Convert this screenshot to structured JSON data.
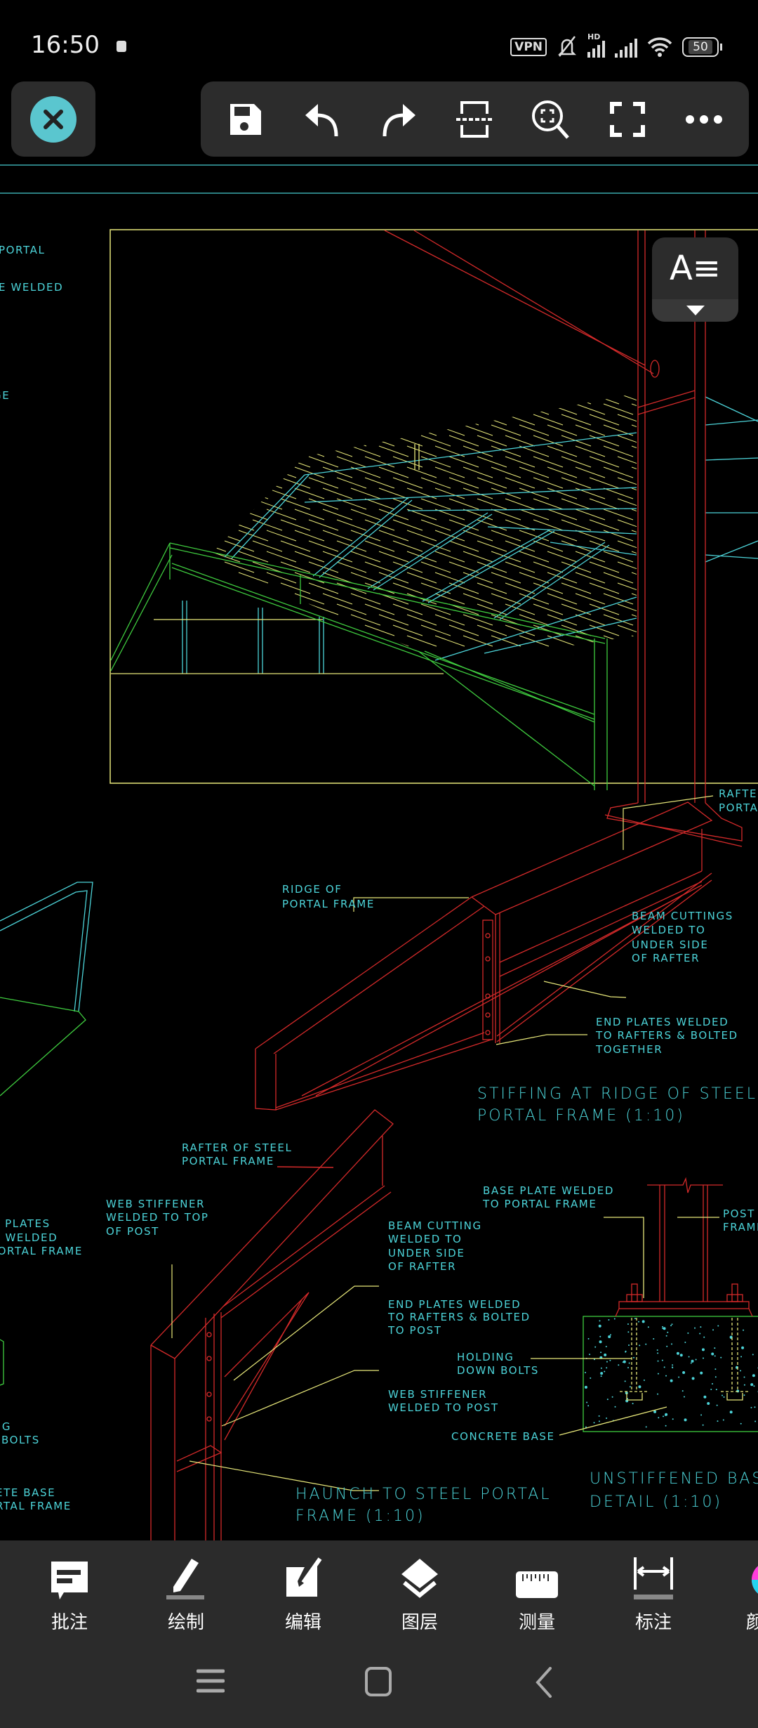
{
  "status_bar": {
    "time": "16:50",
    "vpn": "VPN",
    "network": "HD",
    "battery": "50"
  },
  "top_toolbar": {
    "close": "close-icon",
    "buttons": [
      "save-icon",
      "undo-icon",
      "redo-icon",
      "section-icon",
      "zoom-extent-icon",
      "fullscreen-icon",
      "more-icon"
    ]
  },
  "layer_text_button": {
    "glyph": "A≡"
  },
  "drawing": {
    "left_cut_labels": [
      "PORTAL",
      "E WELDED",
      "GE",
      "T PLATES",
      "E WELDED",
      "PORTAL FRAME",
      "NG",
      "BOLTS",
      "ETE BASE",
      "RTAL FRAME"
    ],
    "ridge_detail": {
      "rafter_label": [
        "RAFTER",
        "PORTAL"
      ],
      "ridge_label": [
        "RIDGE OF",
        "PORTAL FRAME"
      ],
      "beam_cuttings_label": [
        "BEAM CUTTINGS",
        "WELDED TO",
        "UNDER SIDE",
        "OF RAFTER"
      ],
      "end_plates_label": [
        "END PLATES WELDED",
        "TO RAFTERS & BOLTED",
        "TOGETHER"
      ],
      "title": [
        "STIFFING AT RIDGE OF STEEL",
        "PORTAL FRAME (1:10)"
      ]
    },
    "haunch_detail": {
      "rafter_label": [
        "RAFTER OF STEEL",
        "PORTAL FRAME"
      ],
      "web_stiffener_top_label": [
        "WEB STIFFENER",
        "WELDED TO TOP",
        "OF POST"
      ],
      "beam_cutting_label": [
        "BEAM CUTTING",
        "WELDED TO",
        "UNDER SIDE",
        "OF RAFTER"
      ],
      "end_plates_label": [
        "END PLATES WELDED",
        "TO RAFTERS & BOLTED",
        "TO POST"
      ],
      "web_stiffener_post_label": [
        "WEB STIFFENER",
        "WELDED TO POST"
      ],
      "title": [
        "HAUNCH TO STEEL PORTAL",
        "FRAME (1:10)"
      ]
    },
    "base_detail": {
      "base_plate_label": [
        "BASE PLATE WELDED",
        "TO PORTAL FRAME"
      ],
      "post_label": [
        "POST O",
        "FRAME"
      ],
      "holding_bolts_label": [
        "HOLDING",
        "DOWN BOLTS"
      ],
      "concrete_label": "CONCRETE BASE",
      "title": [
        "UNSTIFFENED BASE",
        "DETAIL (1:10)"
      ]
    },
    "colors": {
      "red": "#d42a2a",
      "cyan": "#4cd3d8",
      "yellow": "#e8e87a",
      "green": "#3fcc3f"
    }
  },
  "bottom_toolbar": {
    "items": [
      {
        "label": "批注",
        "icon": "annotation-icon"
      },
      {
        "label": "绘制",
        "icon": "pencil-icon"
      },
      {
        "label": "编辑",
        "icon": "edit-icon"
      },
      {
        "label": "图层",
        "icon": "layers-icon"
      },
      {
        "label": "测量",
        "icon": "ruler-icon"
      },
      {
        "label": "标注",
        "icon": "dimension-icon"
      },
      {
        "label": "颜",
        "icon": "color-wheel-icon"
      }
    ]
  },
  "nav_bar": {
    "buttons": [
      "menu-icon",
      "home-icon",
      "back-icon"
    ]
  }
}
